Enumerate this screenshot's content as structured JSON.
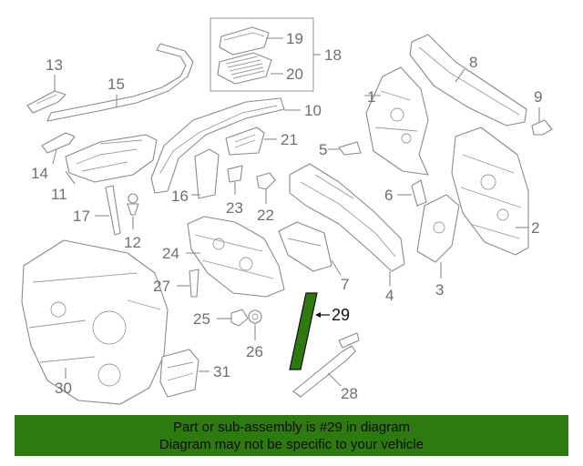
{
  "diagram": {
    "callouts": {
      "c1": "1",
      "c2": "2",
      "c3": "3",
      "c4": "4",
      "c5": "5",
      "c6": "6",
      "c7": "7",
      "c8": "8",
      "c9": "9",
      "c10": "10",
      "c11": "11",
      "c12": "12",
      "c13": "13",
      "c14": "14",
      "c15": "15",
      "c16": "16",
      "c17": "17",
      "c18": "18",
      "c19": "19",
      "c20": "20",
      "c21": "21",
      "c22": "22",
      "c23": "23",
      "c24": "24",
      "c25": "25",
      "c26": "26",
      "c27": "27",
      "c28": "28",
      "c29": "29",
      "c30": "30",
      "c31": "31"
    },
    "highlighted_part": "29",
    "colors": {
      "highlight": "#2f7a10",
      "linework": "#8a8a8a",
      "banner": "#2f7a10"
    }
  },
  "banner": {
    "line1": "Part or sub-assembly is #29 in diagram",
    "line2": "Diagram may not be specific to your vehicle"
  }
}
